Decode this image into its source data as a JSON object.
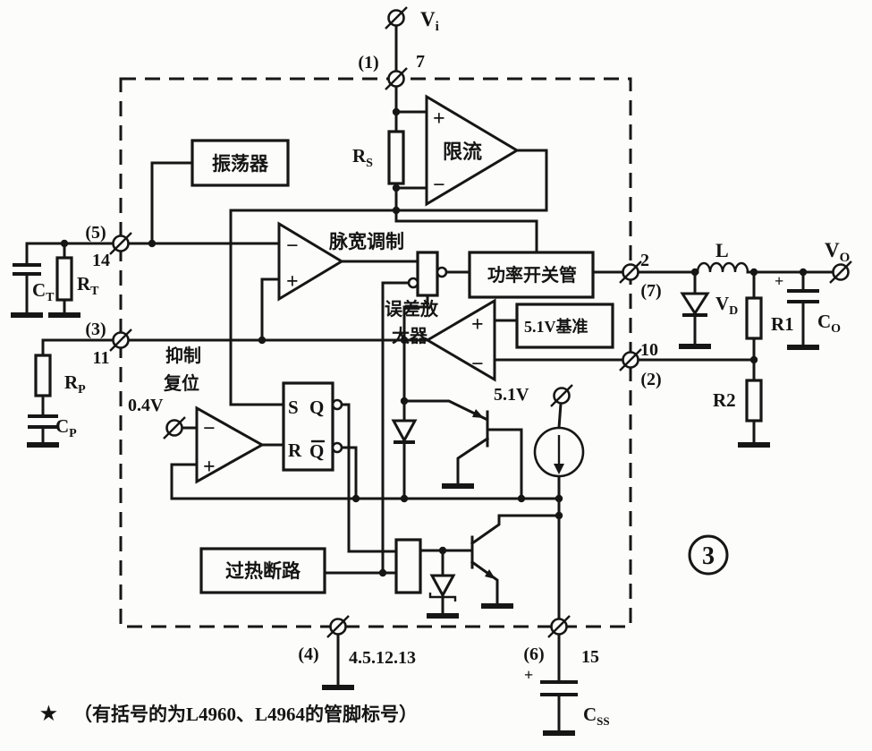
{
  "figure": {
    "number": "3",
    "footnote_star": "★",
    "footnote": "（有括号的为L4960、L4964的管脚标号）"
  },
  "blocks": {
    "oscillator": "振荡器",
    "pwm": "脉宽调制",
    "current_limit": "限流",
    "error_amp_l1": "误差放",
    "error_amp_l2": "大器",
    "reference": "5.1V基准",
    "power_switch": "功率开关管",
    "thermal": "过热断路",
    "inhibit_l1": "抑制",
    "inhibit_l2": "复位"
  },
  "flipflop": {
    "s": "S",
    "r": "R",
    "q": "Q",
    "qb": "Q"
  },
  "signs": {
    "plus": "+",
    "minus": "−"
  },
  "pins": {
    "p1": {
      "paren": "(1)",
      "num": "7"
    },
    "p5": {
      "paren": "(5)",
      "num": "14"
    },
    "p3": {
      "paren": "(3)",
      "num": "11"
    },
    "p2": {
      "num": "2",
      "paren": "(7)"
    },
    "p10": {
      "num": "10",
      "paren": "(2)"
    },
    "p4": {
      "paren": "(4)",
      "num": "4.5.12.13"
    },
    "p6": {
      "paren": "(6)",
      "num": "15"
    }
  },
  "components": {
    "vi": {
      "base": "V",
      "sub": "i"
    },
    "vo": {
      "base": "V",
      "sub": "O"
    },
    "rs": {
      "base": "R",
      "sub": "S"
    },
    "ct": {
      "base": "C",
      "sub": "T"
    },
    "rt": {
      "base": "R",
      "sub": "T"
    },
    "rp": {
      "base": "R",
      "sub": "P"
    },
    "cp": {
      "base": "C",
      "sub": "P"
    },
    "l": "L",
    "vd": {
      "base": "V",
      "sub": "D"
    },
    "r1": "R1",
    "r2": "R2",
    "co": {
      "base": "C",
      "sub": "O"
    },
    "css": {
      "base": "C",
      "sub": "SS"
    },
    "v_ref": "5.1V",
    "v_inhibit": "0.4V",
    "cap_plus": "+"
  }
}
